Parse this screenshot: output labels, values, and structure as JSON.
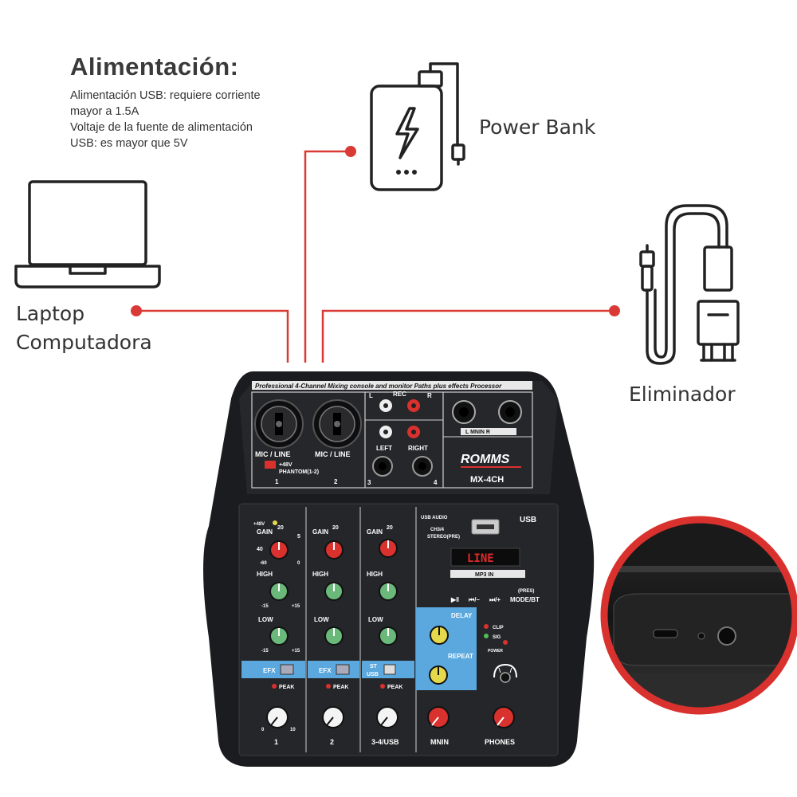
{
  "header": {
    "title": "Alimentación:",
    "lines": [
      "Alimentación USB: requiere corriente",
      "mayor a 1.5A",
      "Voltaje de la fuente de alimentación",
      "USB: es mayor que 5V"
    ]
  },
  "devices": {
    "power_bank": "Power Bank",
    "laptop_line1": "Laptop",
    "laptop_line2": "Computadora",
    "charger": "Eliminador"
  },
  "mixer": {
    "top_banner": "Professional 4-Channel Mixing console and monitor Paths plus effects Processor",
    "brand": "ROMMS",
    "model": "MX-4CH",
    "mic_line_1": "MIC / LINE",
    "mic_line_2": "MIC / LINE",
    "phantom_48v": "+48V",
    "phantom": "PHANTOM(1-2)",
    "ch1": "1",
    "ch2": "2",
    "ch3": "3",
    "ch4": "4",
    "rec": "REC",
    "l": "L",
    "r": "R",
    "left": "LEFT",
    "right": "RIGHT",
    "mnin_lr": "L  MNIN  R",
    "gain": "GAIN",
    "high": "HIGH",
    "low": "LOW",
    "efx": "EFX",
    "st": "ST",
    "usb_small": "USB",
    "peak": "PEAK",
    "plus48v_led": "+48V",
    "usb_audio": "USB AUDIO",
    "ch34": "CH3/4",
    "stereo_pre": "STEREO(PRE)",
    "usb_big": "USB",
    "display": "LINE",
    "mp3in": "MP3 IN",
    "mode_bt": "MODE/BT",
    "press": "(PRES)",
    "delay": "DELAY",
    "repeat": "REPEAT",
    "clip": "CLIP",
    "sig": "SIG",
    "power": "POWER",
    "chan_1": "1",
    "chan_2": "2",
    "chan_34": "3-4/USB",
    "mnin": "MNIN",
    "phones": "PHONES",
    "knob_20": "20",
    "knob_40": "40",
    "knob_5": "5",
    "knob_m60": "-60",
    "knob_0": "0",
    "knob_m15": "-15",
    "knob_p15": "+15",
    "knob_10": "10"
  },
  "colors": {
    "accent_red": "#d9312e",
    "line_red": "#d93a36",
    "panel_black": "#1c1d20",
    "efx_blue": "#5aa8de"
  }
}
